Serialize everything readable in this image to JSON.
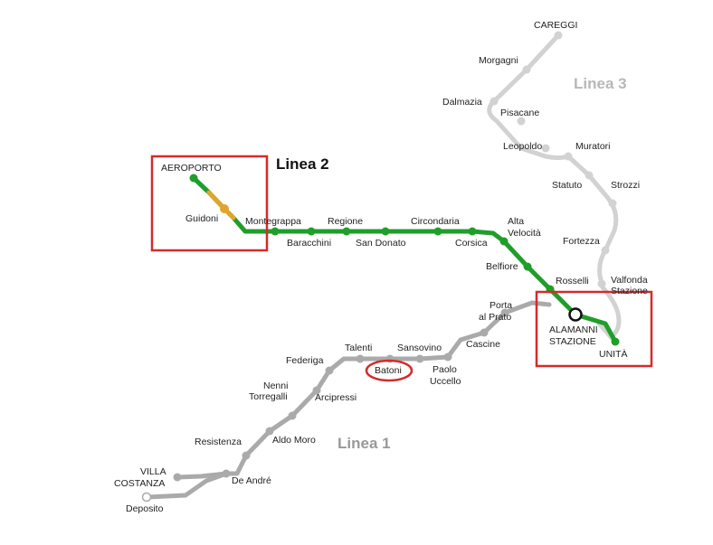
{
  "colors": {
    "linea1": "#aaaaaa",
    "linea2": "#1f9e2a",
    "linea2_segment": "#e0a62b",
    "linea3": "#d2d2d2",
    "highlight": "#d42b2b",
    "text": "#222222"
  },
  "line_labels": {
    "linea1": "Linea 1",
    "linea2": "Linea 2",
    "linea3": "Linea 3"
  },
  "stations": {
    "careggi": "CAREGGI",
    "morgagni": "Morgagni",
    "dalmazia": "Dalmazia",
    "pisacane": "Pisacane",
    "leopoldo": "Leopoldo",
    "muratori": "Muratori",
    "statuto": "Statuto",
    "strozzi": "Strozzi",
    "fortezza": "Fortezza",
    "valfonda_1": "Valfonda",
    "valfonda_2": "Stazione",
    "aeroporto": "AEROPORTO",
    "guidoni": "Guidoni",
    "montegrappa": "Montegrappa",
    "baracchini": "Baracchini",
    "regione": "Regione",
    "san_donato": "San Donato",
    "circondaria": "Circondaria",
    "corsica": "Corsica",
    "alta_velocita_1": "Alta",
    "alta_velocita_2": "Velocità",
    "belfiore": "Belfiore",
    "rosselli": "Rosselli",
    "alamanni_1": "ALAMANNI",
    "alamanni_2": "STAZIONE",
    "unita": "UNITÀ",
    "porta_al_prato_1": "Porta",
    "porta_al_prato_2": "al Prato",
    "cascine": "Cascine",
    "paolo_uccello_1": "Paolo",
    "paolo_uccello_2": "Uccello",
    "sansovino": "Sansovino",
    "batoni": "Batoni",
    "talenti": "Talenti",
    "federiga": "Federiga",
    "nenni_torregalli_1": "Nenni",
    "nenni_torregalli_2": "Torregalli",
    "arcipressi": "Arcipressi",
    "aldo_moro": "Aldo Moro",
    "resistenza": "Resistenza",
    "de_andre": "De André",
    "villa_costanza_1": "VILLA",
    "villa_costanza_2": "COSTANZA",
    "deposito": "Deposito"
  }
}
